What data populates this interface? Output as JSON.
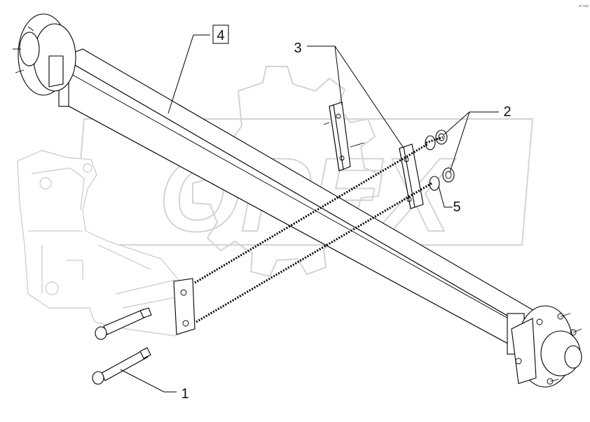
{
  "corner_code": "a² ooo",
  "watermark": {
    "text": "OPEX",
    "color": "#d4d4d4"
  },
  "callouts": [
    {
      "id": "1",
      "label": "1"
    },
    {
      "id": "2",
      "label": "2"
    },
    {
      "id": "3",
      "label": "3"
    },
    {
      "id": "4",
      "label": "4",
      "boxed": true
    },
    {
      "id": "5",
      "label": "5"
    }
  ]
}
